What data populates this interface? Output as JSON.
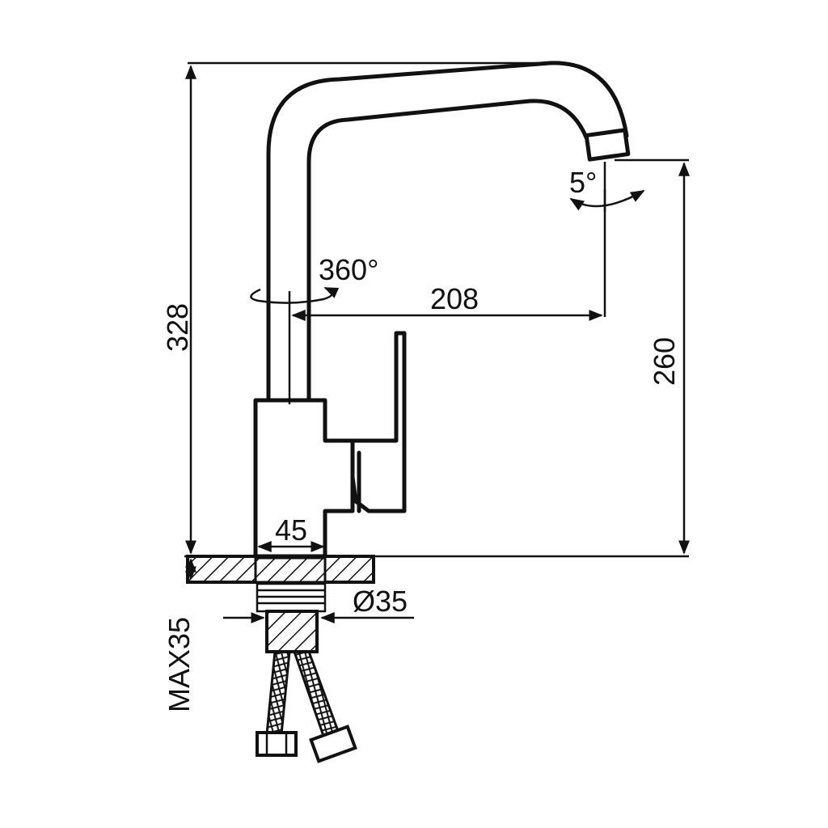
{
  "dimensions": {
    "total_height": "328",
    "spout_height": "260",
    "reach": "208",
    "rotation": "360°",
    "spout_tilt": "5°",
    "base_width": "45",
    "mount_hole": "Ø35",
    "max_thickness": "MAX35"
  }
}
